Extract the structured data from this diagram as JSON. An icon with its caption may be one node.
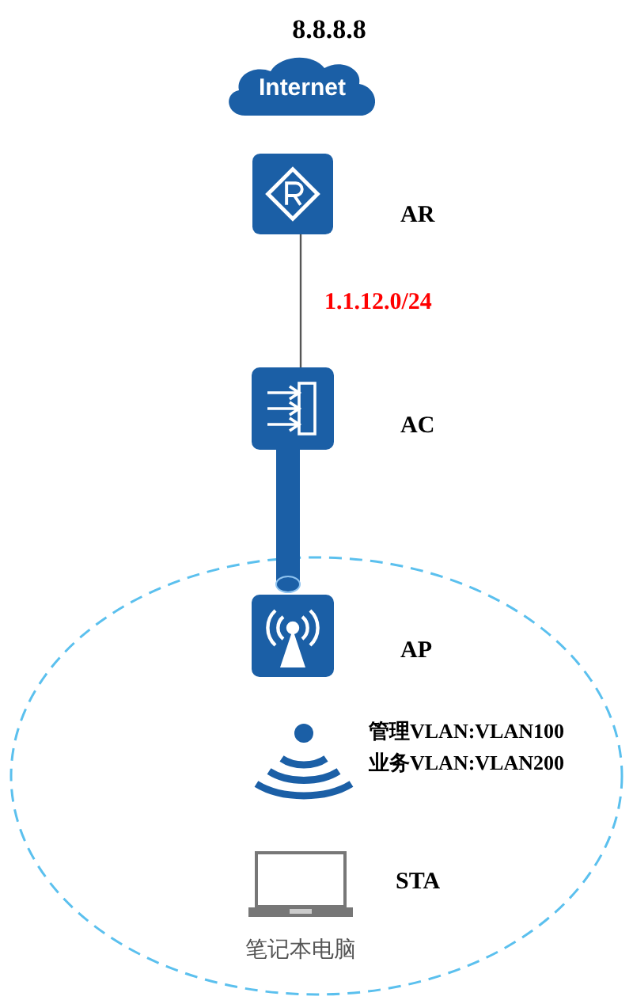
{
  "diagram": {
    "nodes": [
      {
        "text": [
          "Internet"
        ],
        "beside": [
          "8.8.8.8"
        ]
      },
      {
        "text": [
          "AR"
        ]
      },
      {
        "text": [
          "AC"
        ]
      },
      {
        "text": [],
        "shape": "circle"
      },
      {
        "text": [
          "AP"
        ],
        "in": 3
      },
      {
        "text": [
          "STA"
        ],
        "in": 3,
        "beside": [
          "笔记本电脑"
        ]
      }
    ],
    "edges": [
      {
        "from": 1,
        "to": 2,
        "arrow": "none",
        "label": "1.1.12.0/24"
      },
      {
        "from": 2,
        "to": 4,
        "arrow": "other",
        "style": "thick",
        "color": "#1b5fa6"
      }
    ],
    "labels": [
      "管理VLAN:VLAN100",
      "业务VLAN:VLAN200"
    ]
  }
}
